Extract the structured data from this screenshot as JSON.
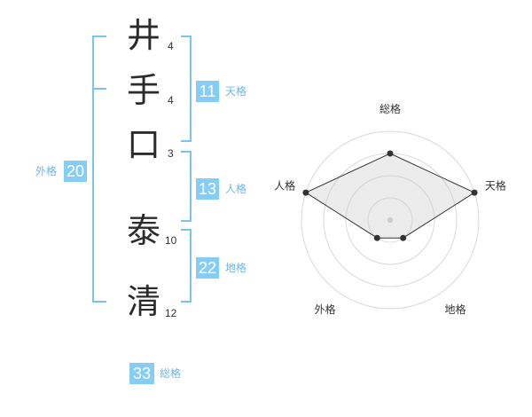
{
  "name": {
    "characters": [
      {
        "char": "井",
        "strokes": "4"
      },
      {
        "char": "手",
        "strokes": "4"
      },
      {
        "char": "口",
        "strokes": "3"
      },
      {
        "char": "泰",
        "strokes": "10"
      },
      {
        "char": "清",
        "strokes": "12"
      }
    ]
  },
  "kakusu": {
    "tenkaku": {
      "value": "11",
      "label": "天格"
    },
    "jinkaku": {
      "value": "13",
      "label": "人格"
    },
    "chikaku": {
      "value": "22",
      "label": "地格"
    },
    "gaikaku": {
      "value": "20",
      "label": "外格"
    },
    "soukaku": {
      "value": "33",
      "label": "総格"
    }
  },
  "colors": {
    "accent": "#86cdf5",
    "bracket": "#7cc4ef",
    "label": "#6fb5e6",
    "text": "#2b2b2b"
  },
  "chart_data": {
    "type": "radar",
    "axes": [
      "総格",
      "天格",
      "地格",
      "外格",
      "人格"
    ],
    "values": [
      3,
      4,
      1,
      1,
      4
    ],
    "rmax": 4,
    "rings": [
      1,
      2,
      3,
      4
    ],
    "grid": true
  }
}
